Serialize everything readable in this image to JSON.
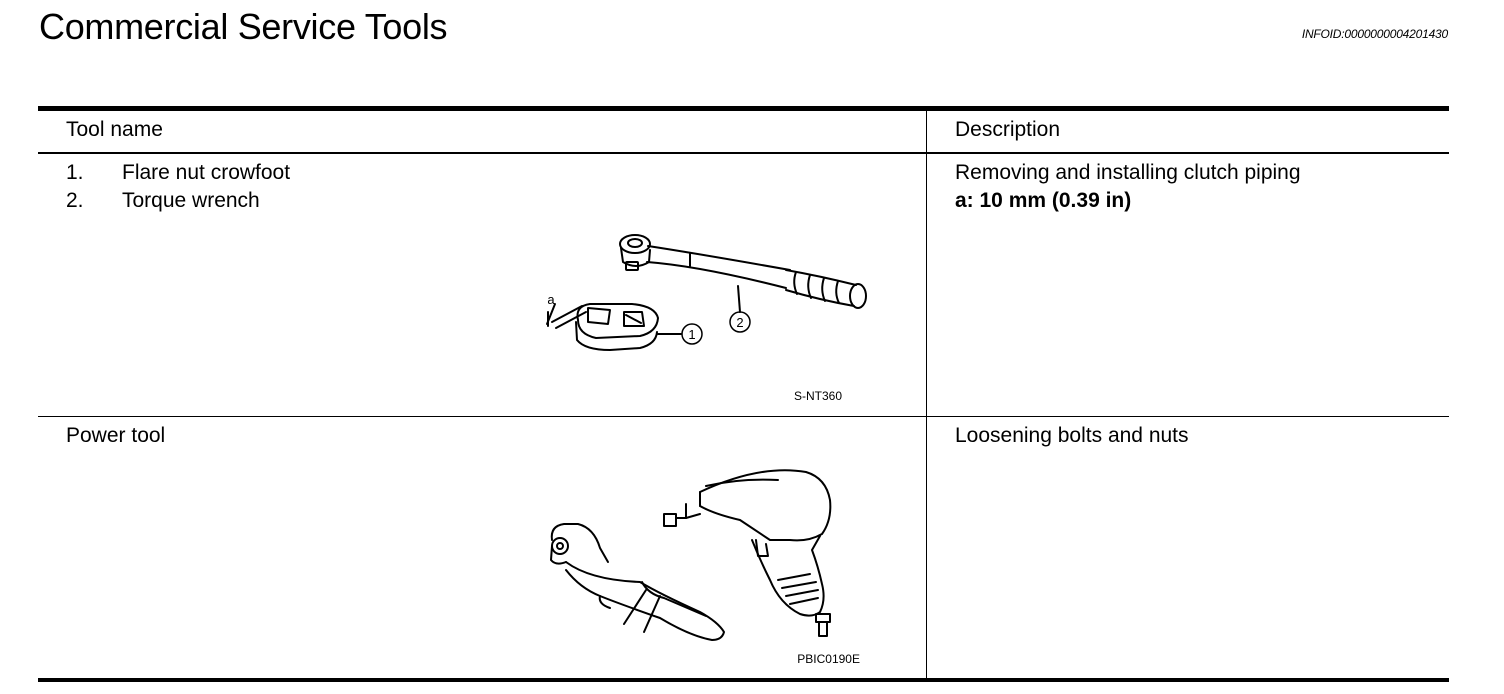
{
  "header": {
    "title": "Commercial Service Tools",
    "info_id": "INFOID:0000000004201430"
  },
  "table": {
    "columns": [
      "Tool name",
      "Description"
    ],
    "rows": [
      {
        "tools": [
          {
            "num": "1.",
            "name": "Flare nut crowfoot"
          },
          {
            "num": "2.",
            "name": "Torque wrench"
          }
        ],
        "description": "Removing and installing clutch piping",
        "spec": "a: 10 mm (0.39 in)",
        "figure": {
          "caption": "S-NT360",
          "dim_label": "a",
          "callout_1": "1",
          "callout_2": "2",
          "icon": "crowfoot-torque-wrench-illustration"
        }
      },
      {
        "tools": [
          {
            "name": "Power tool"
          }
        ],
        "description": "Loosening bolts and nuts",
        "figure": {
          "caption": "PBIC0190E",
          "icon": "power-tools-illustration"
        }
      }
    ]
  }
}
